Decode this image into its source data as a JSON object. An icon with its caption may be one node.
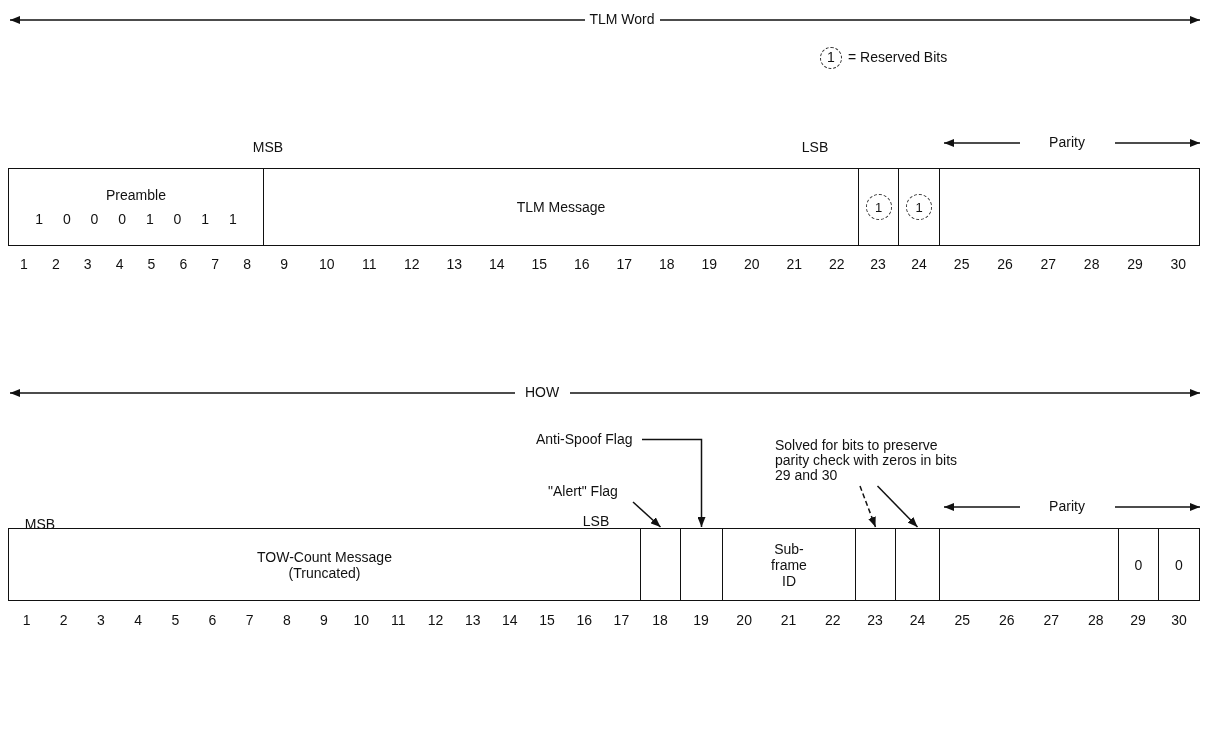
{
  "diagram": {
    "nodes": [
      {
        "text": [
          "Preamble",
          "1 0 0 0 1 0 1 1"
        ]
      },
      {
        "text": [
          "TLM Message"
        ]
      },
      {
        "text": [
          "1"
        ]
      },
      {
        "text": [
          "1"
        ]
      },
      {
        "text": [],
        "shape": "box"
      },
      {
        "text": [
          "TOW-Count Message (Truncated)"
        ]
      },
      {
        "text": [],
        "shape": "box"
      },
      {
        "text": [],
        "shape": "box"
      },
      {
        "text": [
          "Sub-frame ID"
        ]
      },
      {
        "text": [],
        "shape": "box"
      },
      {
        "text": [],
        "shape": "box"
      },
      {
        "text": [],
        "shape": "box"
      },
      {
        "text": [
          "0"
        ]
      },
      {
        "text": [
          "0"
        ]
      },
      {
        "text": [
          "Anti-Spoof Flag"
        ]
      },
      {
        "text": [
          "\"Alert\" Flag"
        ]
      },
      {
        "text": [
          "Solved for bits to preserve parity check with zeros in bits 29 and 30"
        ]
      }
    ],
    "edges": [
      {
        "from": 14,
        "to": 7,
        "arrow": "to"
      },
      {
        "from": 15,
        "to": 6,
        "arrow": "to"
      },
      {
        "from": 16,
        "to": 9,
        "arrow": "to",
        "style": "dashed"
      },
      {
        "from": 16,
        "to": 10,
        "arrow": "to"
      }
    ],
    "labels": [
      "TLM Word",
      "1",
      "MSB",
      "LSB",
      "Parity",
      "1",
      "2",
      "3",
      "4",
      "5",
      "6",
      "7",
      "8",
      "9",
      "10",
      "11",
      "12",
      "13",
      "14",
      "15",
      "16",
      "17",
      "18",
      "19",
      "20",
      "21",
      "22",
      "23",
      "24",
      "25",
      "26",
      "27",
      "28",
      "29",
      "30",
      "HOW",
      "MSB",
      "LSB",
      "Parity",
      "1",
      "2",
      "3",
      "4",
      "5",
      "6",
      "7",
      "8",
      "9",
      "10",
      "11",
      "12",
      "13",
      "14",
      "15",
      "16",
      "17",
      "18",
      "19",
      "20",
      "21",
      "22",
      "23",
      "24",
      "25",
      "26",
      "27",
      "28",
      "29",
      "30"
    ],
    "legend": [
      {
        "text": "= Reserved Bits"
      }
    ]
  }
}
